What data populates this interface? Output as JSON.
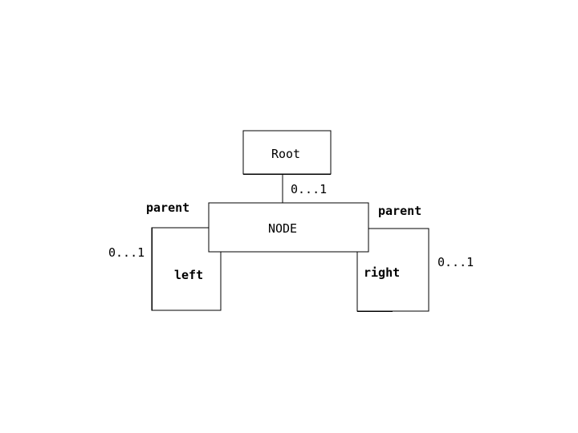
{
  "diagram": {
    "nodes": {
      "root": {
        "label": "Root"
      },
      "node": {
        "label": "NODE"
      },
      "left": {
        "label": "left"
      },
      "right": {
        "label": "right"
      }
    },
    "edges": {
      "root_node": {
        "multiplicity": "0...1"
      },
      "left_loop": {
        "role": "parent",
        "multiplicity": "0...1"
      },
      "right_loop": {
        "role": "parent",
        "multiplicity": "0...1"
      }
    }
  },
  "colors": {
    "stroke": "#000000",
    "background": "#ffffff"
  }
}
